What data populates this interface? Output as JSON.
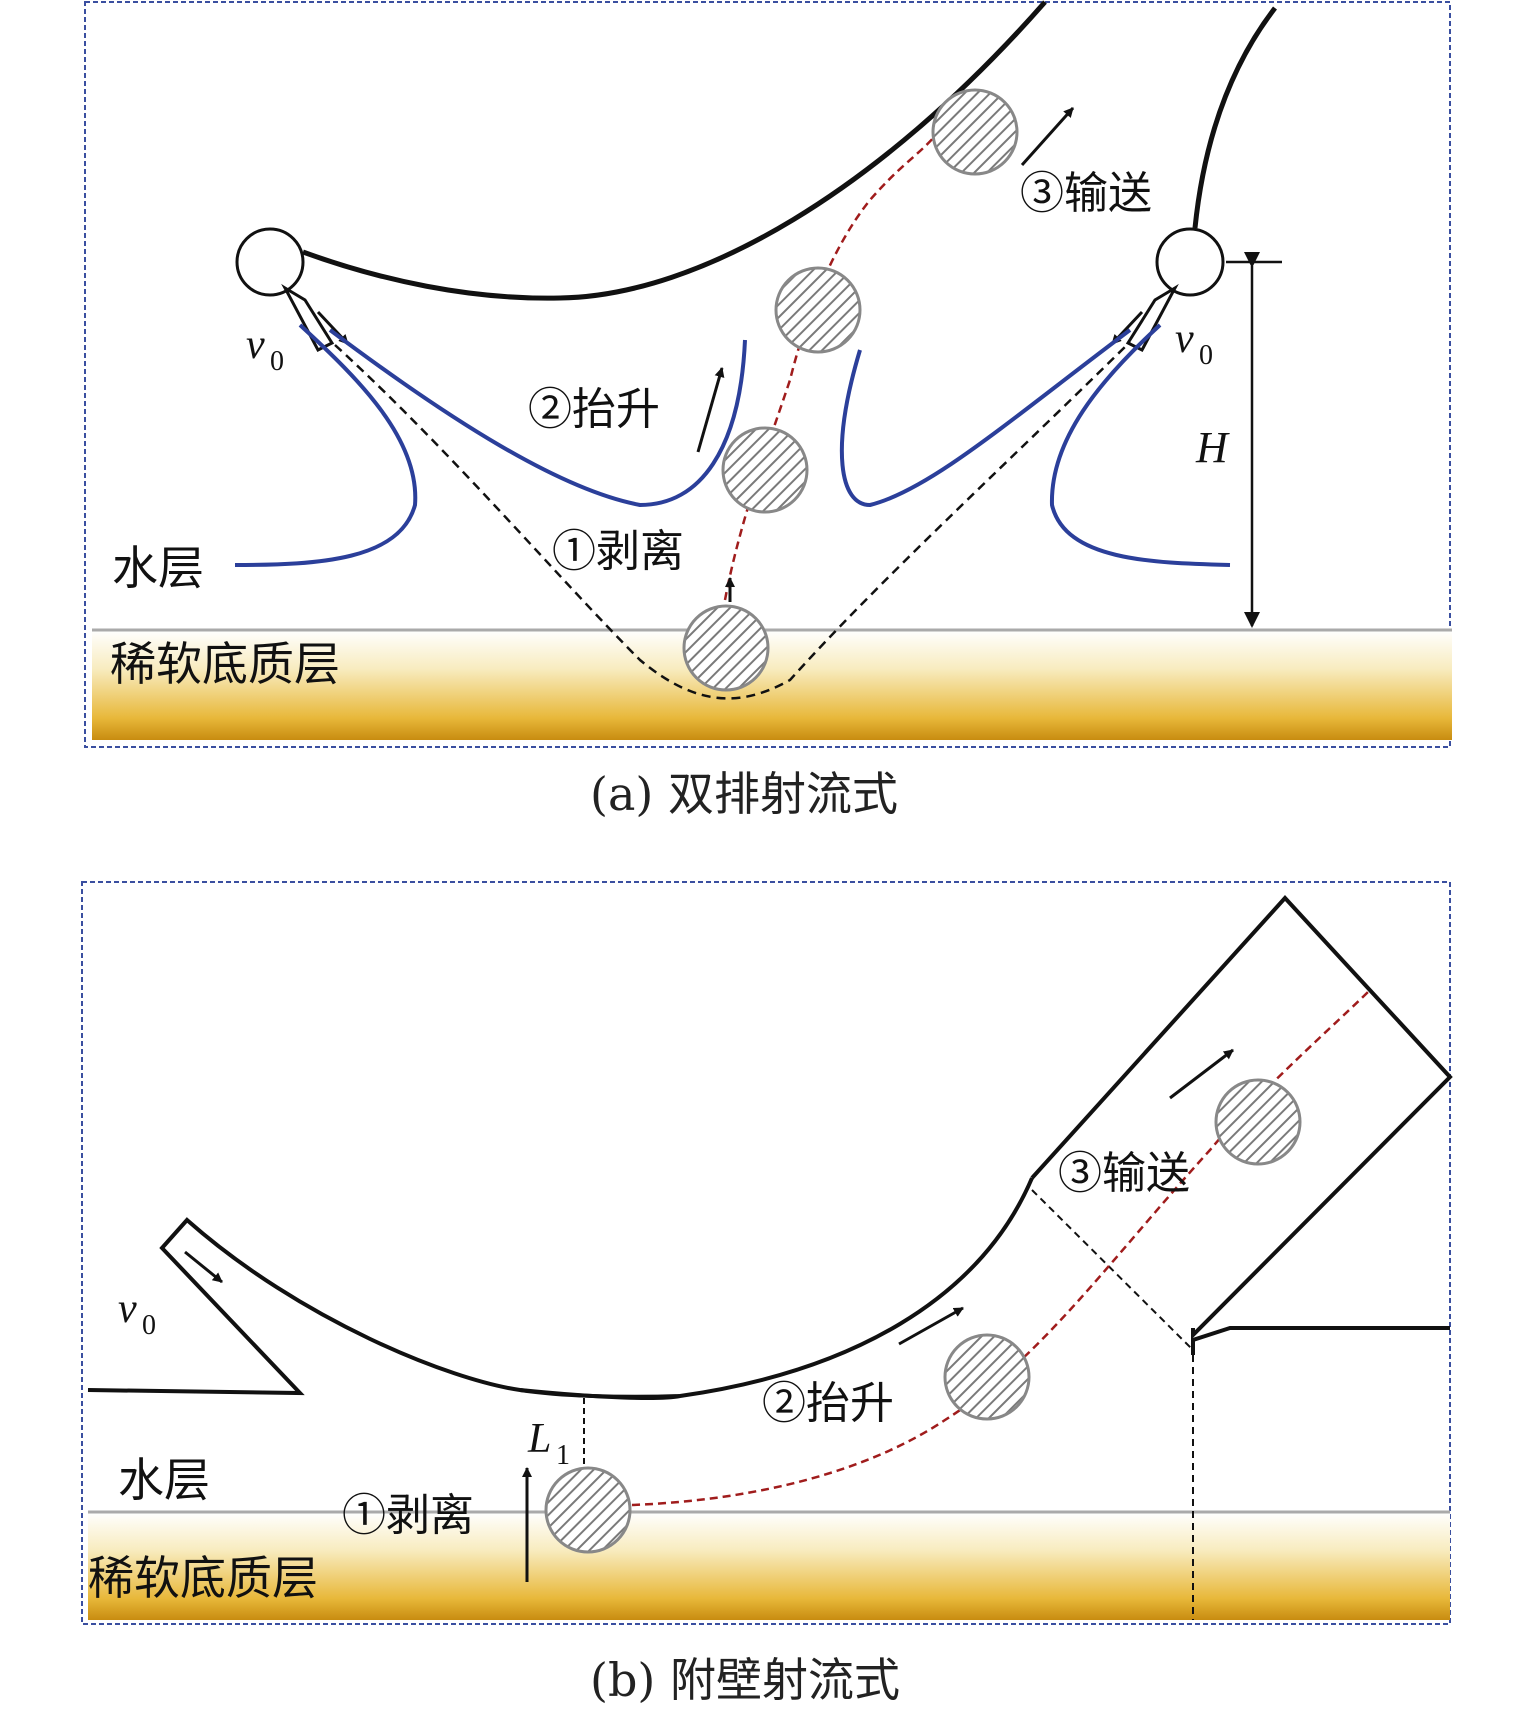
{
  "panel_a": {
    "caption": "(a) 双排射流式",
    "water_layer": "水层",
    "sediment_layer": "稀软底质层",
    "step1": "①剥离",
    "step2": "②抬升",
    "step3": "③输送",
    "velocity_symbol": "v",
    "velocity_subscript": "0",
    "height_symbol": "H"
  },
  "panel_b": {
    "caption": "(b) 附壁射流式",
    "water_layer": "水层",
    "sediment_layer": "稀软底质层",
    "step1": "①剥离",
    "step2": "②抬升",
    "step3": "③输送",
    "velocity_symbol": "v",
    "velocity_subscript": "0",
    "distance_symbol": "L",
    "distance_subscript": "1"
  },
  "colors": {
    "frame_border": "#3a4fa0",
    "jet_line": "#2b3f9a",
    "particle_path": "#a01c1c",
    "sediment_top": "#fbf6e4",
    "sediment_bottom": "#d19a12",
    "particle_stroke": "#888888"
  }
}
